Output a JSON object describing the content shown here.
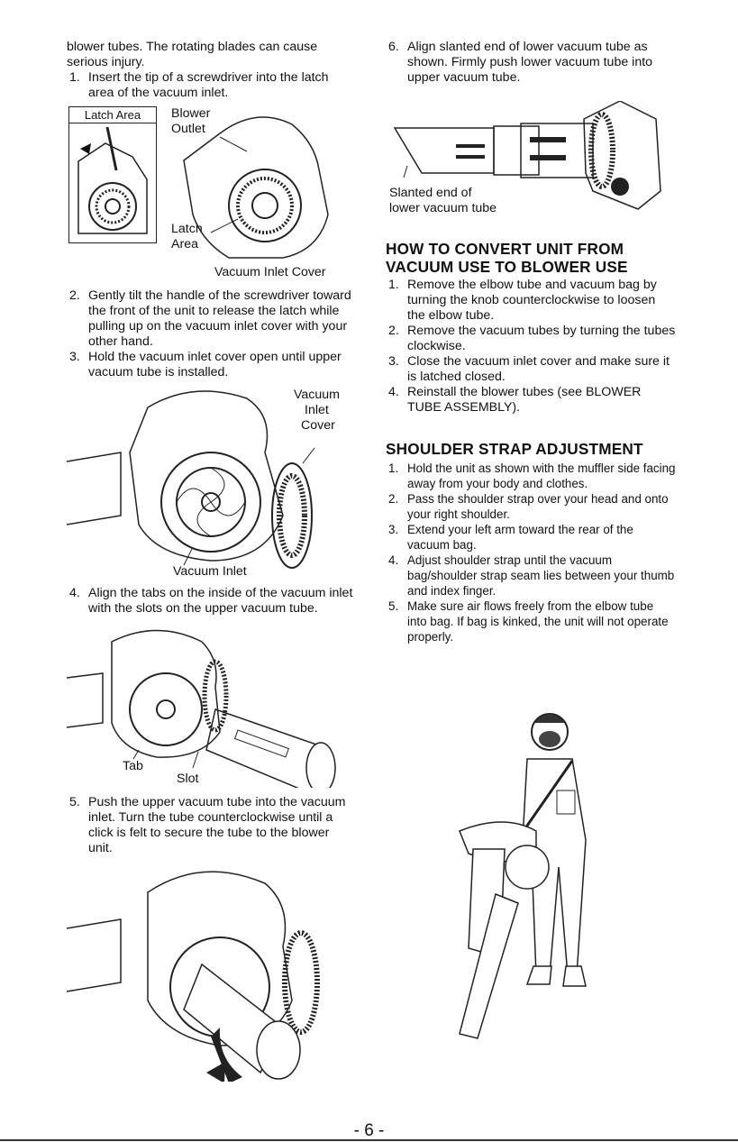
{
  "left": {
    "intro": "blower tubes. The rotating blades can cause serious injury.",
    "steps": [
      {
        "n": "1.",
        "text": "Insert the tip of a screwdriver into the latch area of the vacuum inlet."
      },
      {
        "n": "2.",
        "text": "Gently tilt the handle of the screwdriver toward the front of the unit to release the latch while pulling up on the vacuum inlet cover with your other hand."
      },
      {
        "n": "3.",
        "text": "Hold the vacuum inlet cover open until upper vacuum tube is installed."
      },
      {
        "n": "4.",
        "text": "Align the tabs on the inside of the vacuum inlet with the slots on the upper vacuum tube."
      },
      {
        "n": "5.",
        "text": "Push the upper vacuum tube into the vacuum inlet. Turn the tube counterclockwise until a click is felt to secure the tube to the blower unit."
      }
    ],
    "fig1": {
      "inset_label": "Latch Area",
      "blower_outlet_1": "Blower",
      "blower_outlet_2": "Outlet",
      "latch_1": "Latch",
      "latch_2": "Area",
      "caption": "Vacuum Inlet Cover"
    },
    "fig2": {
      "label_1": "Vacuum",
      "label_2": "Inlet",
      "label_3": "Cover",
      "caption": "Vacuum Inlet"
    },
    "fig3": {
      "tab": "Tab",
      "slot": "Slot"
    }
  },
  "right": {
    "step6": {
      "n": "6.",
      "text": "Align slanted end of lower vacuum tube as shown. Firmly push lower vacuum tube into upper vacuum tube."
    },
    "fig4": {
      "label_1": "Slanted end of",
      "label_2": "lower vacuum tube"
    },
    "section1": {
      "heading_1": "HOW TO CONVERT UNIT FROM",
      "heading_2": "VACUUM USE TO BLOWER USE",
      "steps": [
        {
          "n": "1.",
          "text": "Remove the elbow tube and vacuum bag by turning the knob counterclockwise to loosen the elbow tube."
        },
        {
          "n": "2.",
          "text": "Remove the vacuum tubes by turning the tubes clockwise."
        },
        {
          "n": "3.",
          "text": "Close the vacuum inlet cover and make sure it is latched closed."
        },
        {
          "n": "4.",
          "text": "Reinstall the blower tubes (see BLOWER TUBE ASSEMBLY)."
        }
      ]
    },
    "section2": {
      "heading": "SHOULDER STRAP ADJUSTMENT",
      "steps": [
        {
          "n": "1.",
          "text": "Hold the unit as shown with the muffler side facing away from your body and clothes."
        },
        {
          "n": "2.",
          "text": "Pass the shoulder strap over your head and onto your right shoulder."
        },
        {
          "n": "3.",
          "text": "Extend your left arm toward the rear of the vacuum bag."
        },
        {
          "n": "4.",
          "text": "Adjust shoulder strap until the vacuum bag/shoulder strap seam lies between your thumb and index finger."
        },
        {
          "n": "5.",
          "text": "Make sure air flows freely from the elbow tube into bag. If bag is kinked, the unit will not operate properly."
        }
      ]
    }
  },
  "page_number": "- 6 -"
}
